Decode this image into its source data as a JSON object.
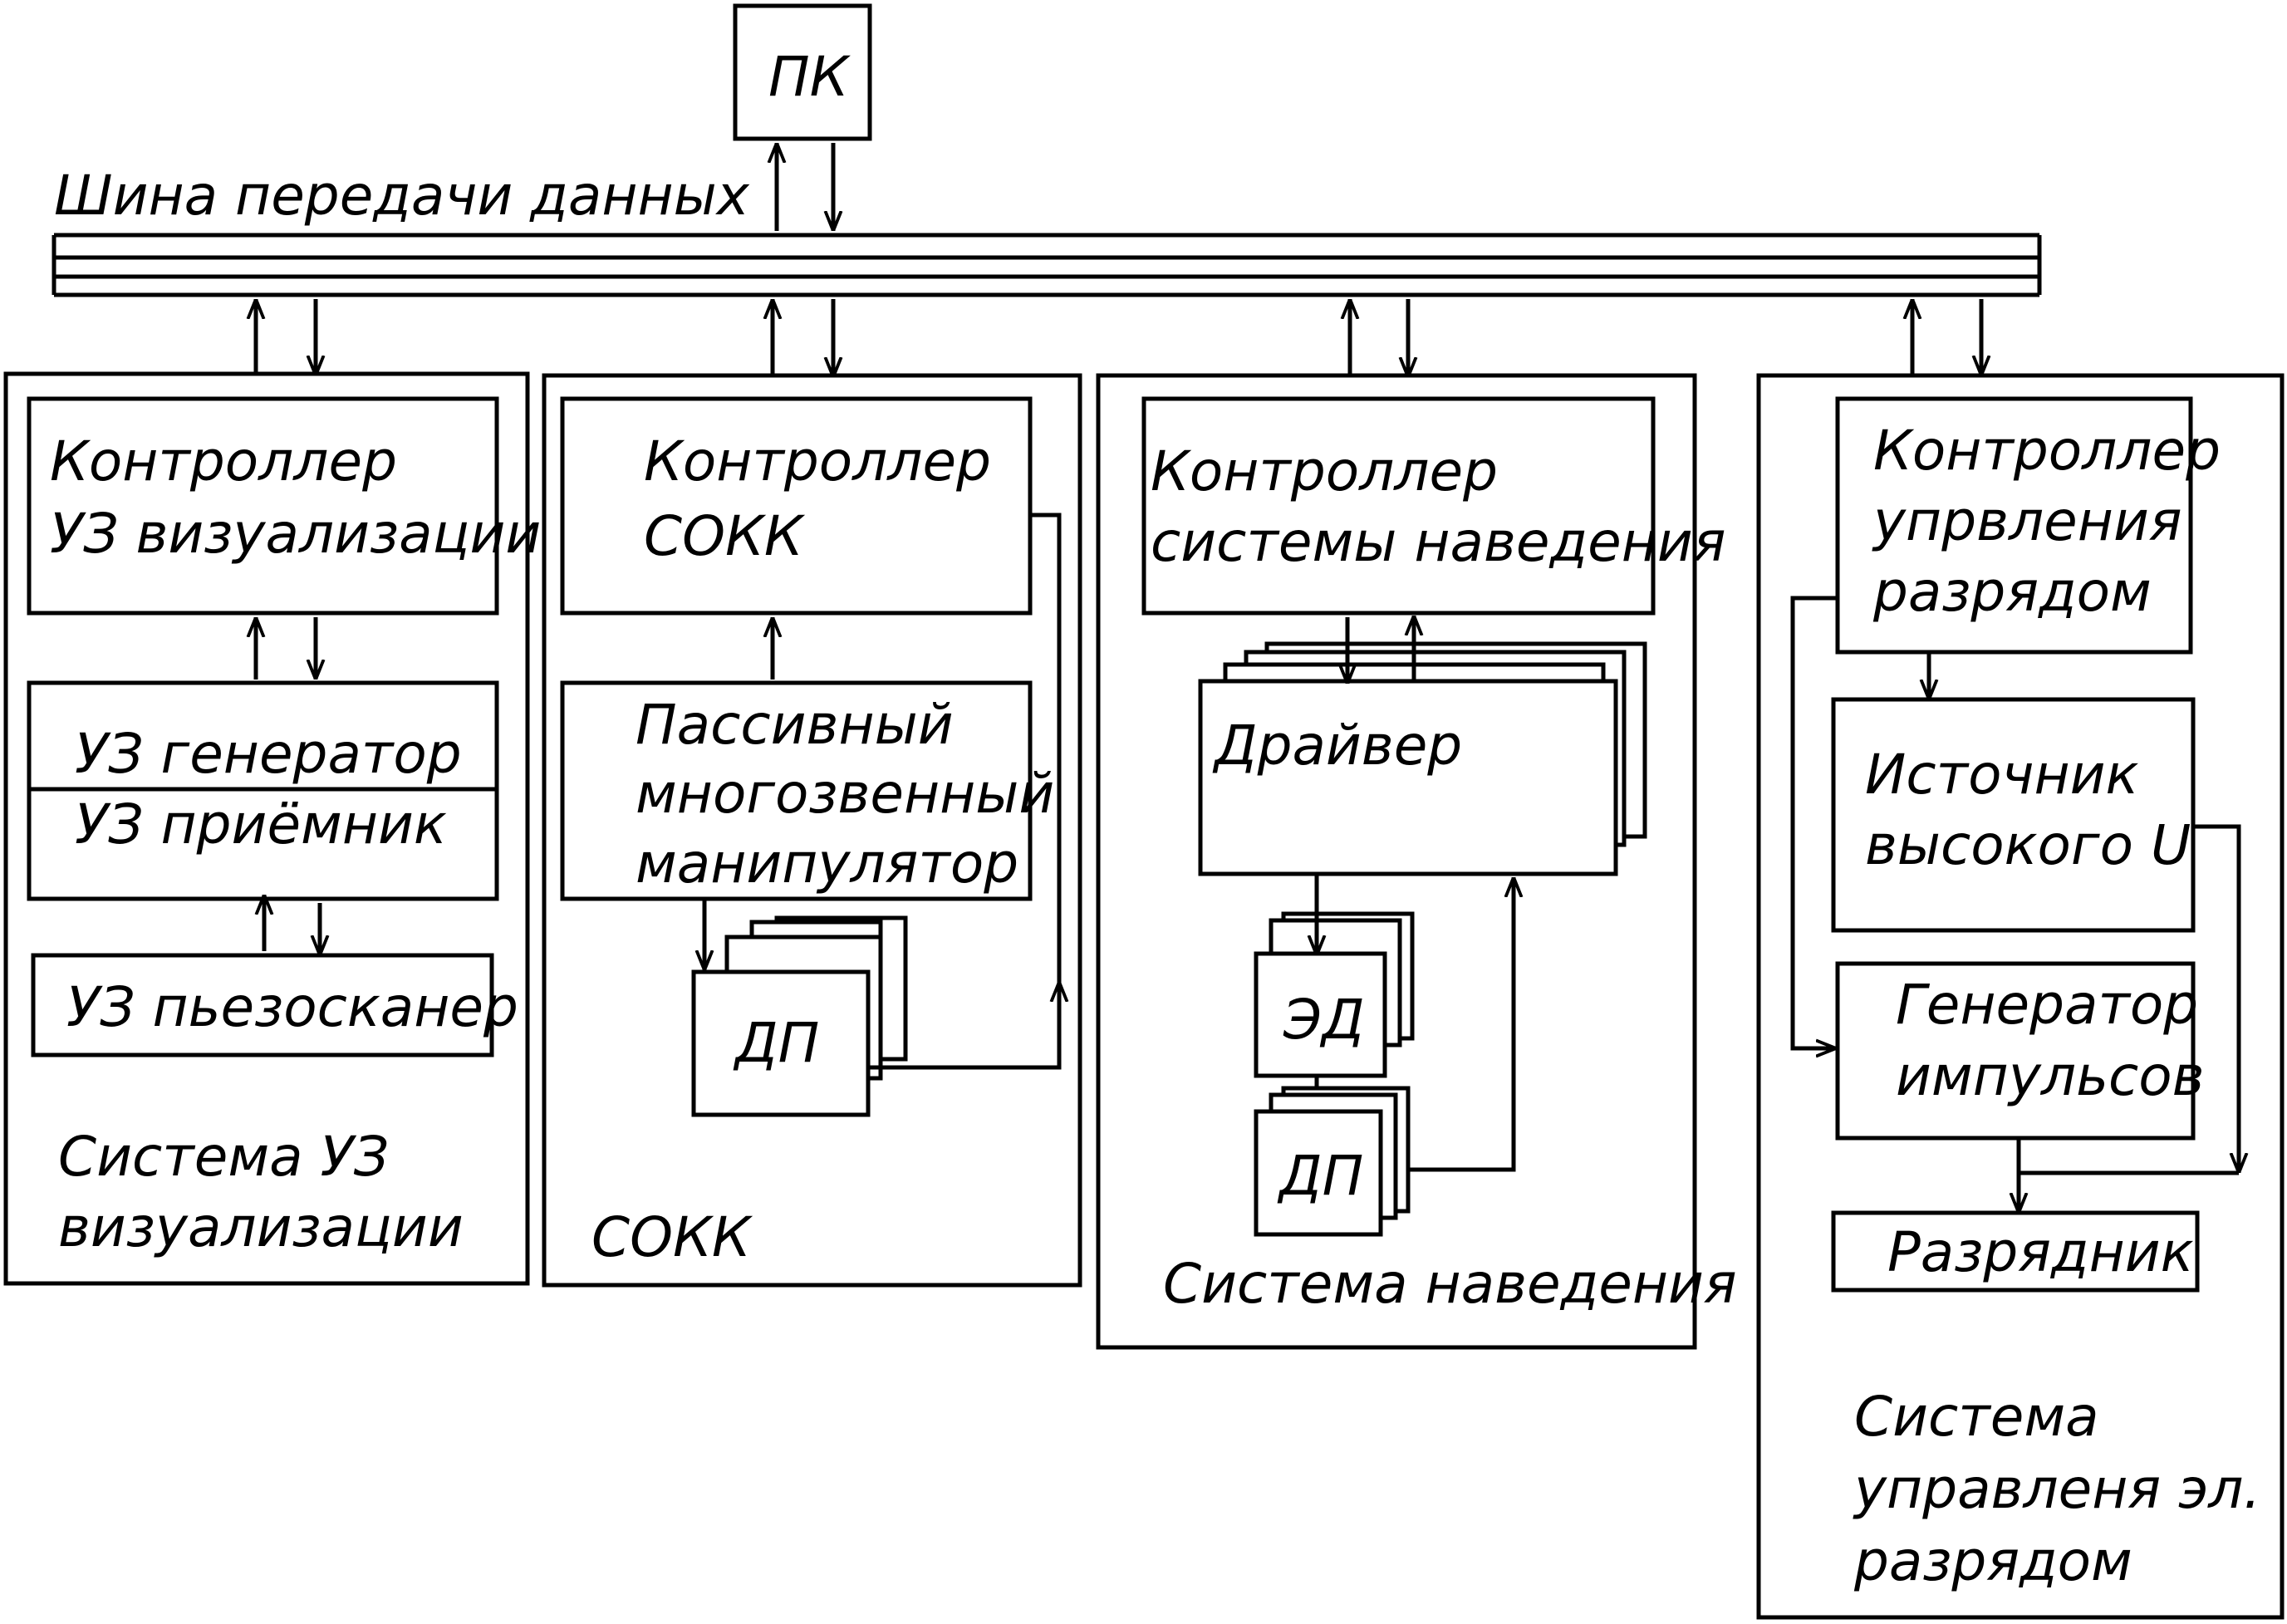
{
  "pc": {
    "label": "ПК"
  },
  "bus": {
    "label": "Шина передачи данных"
  },
  "us_system": {
    "label_line1": "Система УЗ",
    "label_line2": "визуализации",
    "controller_line1": "Контроллер",
    "controller_line2": "УЗ визуализации",
    "generator": "УЗ генератор",
    "receiver": "УЗ приёмник",
    "scanner": "УЗ пьезосканер"
  },
  "sokk_system": {
    "label": "СОКК",
    "controller_line1": "Контроллер",
    "controller_line2": "СОКК",
    "manipulator_line1": "Пассивный",
    "manipulator_line2": "многозвенный",
    "manipulator_line3": "манипулятор",
    "sensor": "ДП"
  },
  "guidance_system": {
    "label": "Система наведения",
    "controller_line1": "Контроллер",
    "controller_line2": "системы наведения",
    "driver": "Драйвер",
    "motor": "ЭД",
    "sensor": "ДП"
  },
  "discharge_system": {
    "label_line1": "Система",
    "label_line2": "управленя эл.",
    "label_line3": "разрядом",
    "controller_line1": "Контроллер",
    "controller_line2": "упрвления",
    "controller_line3": "разрядом",
    "source_line1": "Источник",
    "source_line2": "высокого U",
    "pulse_line1": "Генератор",
    "pulse_line2": "импульсов",
    "discharger": "Разрядник"
  }
}
